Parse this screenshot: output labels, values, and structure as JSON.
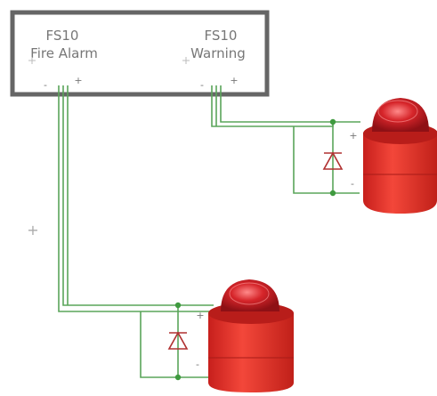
{
  "panel": {
    "left_output": {
      "line1": "FS10",
      "line2": "Fire Alarm"
    },
    "right_output": {
      "line1": "FS10",
      "line2": "Warning"
    },
    "terminal_minus": "-",
    "terminal_plus": "+"
  },
  "devices": [
    {
      "name": "beacon-top-right",
      "minus_label": "-",
      "plus_label": "+"
    },
    {
      "name": "beacon-bottom",
      "minus_label": "-",
      "plus_label": "+"
    }
  ],
  "stray_marker": "+",
  "colors": {
    "wire": "#5aa55a",
    "node": "#3f9a3f",
    "diode": "#b03030",
    "panel_border": "#666666",
    "beacon_red": "#e8342a",
    "text": "#777777"
  }
}
